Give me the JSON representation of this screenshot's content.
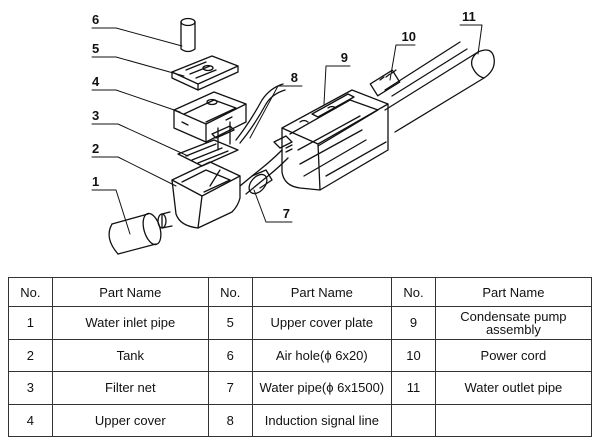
{
  "callouts": [
    "1",
    "2",
    "3",
    "4",
    "5",
    "6",
    "7",
    "8",
    "9",
    "10",
    "11"
  ],
  "table": {
    "headers": [
      "No.",
      "Part Name",
      "No.",
      "Part Name",
      "No.",
      "Part Name"
    ],
    "rows": [
      [
        "1",
        "Water inlet pipe",
        "5",
        "Upper cover plate",
        "9",
        "Condensate pump assembly"
      ],
      [
        "2",
        "Tank",
        "6",
        "Air hole(ϕ 6x20)",
        "10",
        "Power cord"
      ],
      [
        "3",
        "Filter net",
        "7",
        "Water pipe(ϕ 6x1500)",
        "11",
        "Water outlet pipe"
      ],
      [
        "4",
        "Upper cover",
        "8",
        "Induction signal line",
        "",
        ""
      ]
    ]
  }
}
